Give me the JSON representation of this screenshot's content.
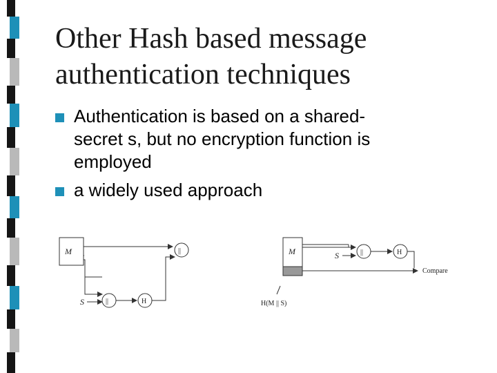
{
  "slide": {
    "title_lines": [
      "Other Hash based message",
      "authentication techniques"
    ],
    "bullets": [
      {
        "lines": [
          "Authentication is based on a shared-",
          "secret s, but no encryption function is",
          "employed"
        ]
      },
      {
        "lines": [
          "a widely used approach"
        ]
      }
    ]
  },
  "diagram": {
    "sender": {
      "message_label": "M",
      "secret_label": "S",
      "concat_symbol": "||",
      "hash_symbol": "H"
    },
    "receiver": {
      "message_label": "M",
      "secret_label": "S",
      "concat_symbol": "||",
      "hash_symbol": "H",
      "compare_label": "Compare",
      "tag_label": "H(M || S)"
    }
  },
  "colors": {
    "bullet": "#1e90b8",
    "bar_dark": "#151515",
    "bar_blue": "#1e90b8",
    "bar_grey": "#b9b9b9"
  }
}
